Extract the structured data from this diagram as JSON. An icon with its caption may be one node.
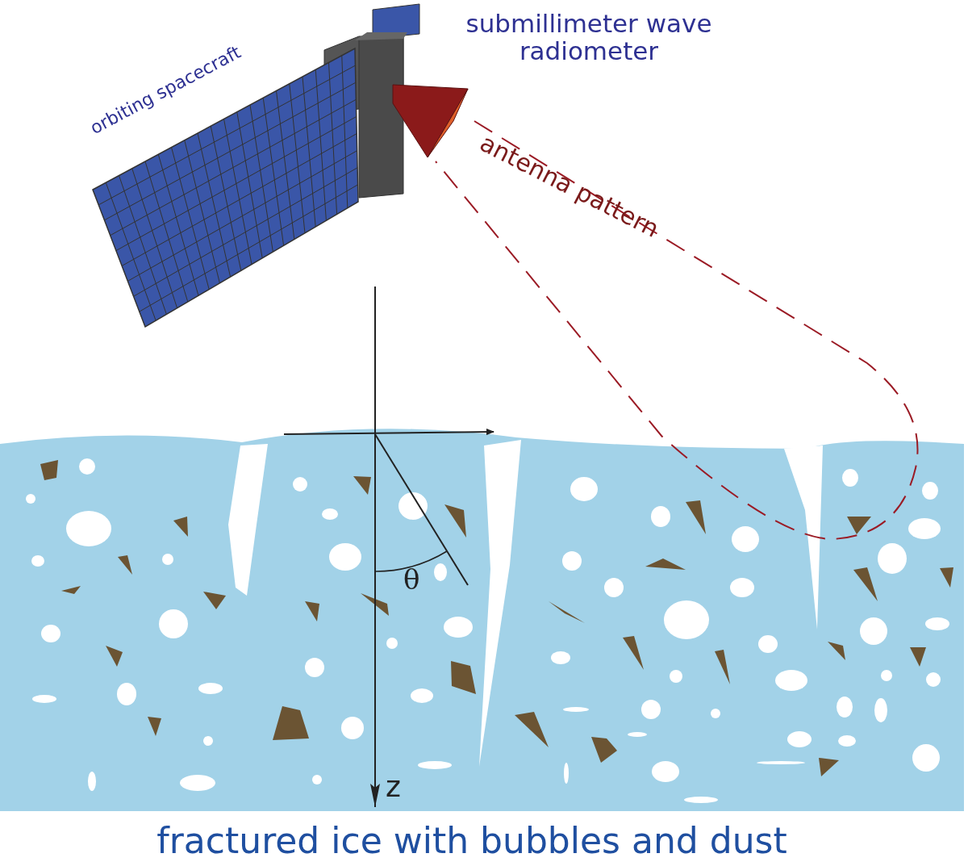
{
  "diagram": {
    "caption": "fractured ice with bubbles and dust",
    "labels": [
      "orbiting spacecraft",
      "submillimeter wave radiometer",
      "antenna pattern",
      "θ",
      "z"
    ]
  }
}
